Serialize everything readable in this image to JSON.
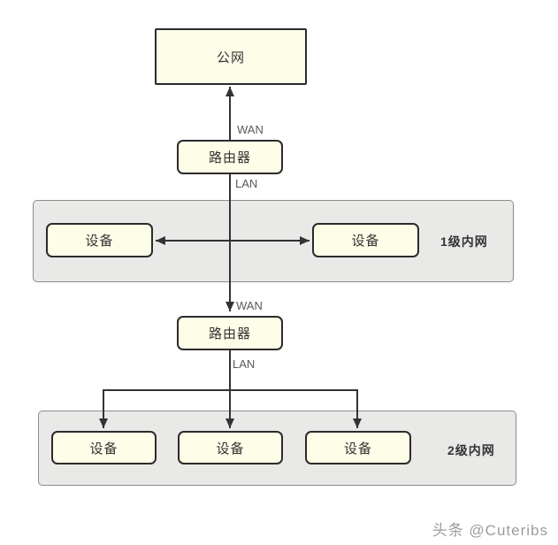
{
  "colors": {
    "node_fill": "#fdfde8",
    "node_border": "#2b2b2b",
    "band_fill": "#e9e9e8",
    "band_border": "#8c8c8c",
    "connector_line": "#333333",
    "port_label_text": "#595959",
    "watermark_text": "#9c9c9c"
  },
  "nodes": {
    "public_network": "公网",
    "router_1": "路由器",
    "router_2": "路由器"
  },
  "ports": {
    "wan_1": "WAN",
    "lan_1": "LAN",
    "wan_2": "WAN",
    "lan_2": "LAN"
  },
  "lan1": {
    "label": "1级内网",
    "devices": [
      "设备",
      "设备"
    ]
  },
  "lan2": {
    "label": "2级内网",
    "devices": [
      "设备",
      "设备",
      "设备"
    ]
  },
  "watermark": "头条 @Cuteribs"
}
